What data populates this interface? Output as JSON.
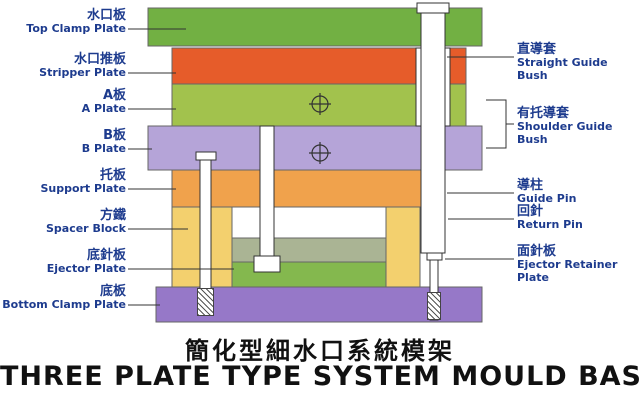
{
  "titles": {
    "zh": "簡化型細水口系統模架",
    "en": "THREE PLATE TYPE SYSTEM MOULD BASE"
  },
  "left_labels": [
    {
      "zh": "水口板",
      "en": "Top Clamp Plate"
    },
    {
      "zh": "水口推板",
      "en": "Stripper Plate"
    },
    {
      "zh": "A板",
      "en": "A Plate"
    },
    {
      "zh": "B板",
      "en": "B Plate"
    },
    {
      "zh": "托板",
      "en": "Support Plate"
    },
    {
      "zh": "方鐵",
      "en": "Spacer Block"
    },
    {
      "zh": "底針板",
      "en": "Ejector Plate"
    },
    {
      "zh": "底板",
      "en": "Bottom Clamp Plate"
    }
  ],
  "right_labels": [
    {
      "zh": "直導套",
      "en": "Straight Guide Bush"
    },
    {
      "zh": "有托導套",
      "en": "Shoulder Guide Bush"
    },
    {
      "zh": "導柱",
      "en": "Guide Pin"
    },
    {
      "zh": "回針",
      "en": "Return Pin"
    },
    {
      "zh": "面針板",
      "en": "Ejector Retainer Plate"
    }
  ],
  "colors": {
    "top_clamp_plate": "#72b043",
    "stripper_plate": "#e65c2a",
    "a_plate": "#a2c24d",
    "b_plate": "#b5a4d8",
    "support_plate": "#f0a24c",
    "spacer_block": "#f3d06e",
    "ejector_retainer_plate": "#aab494",
    "ejector_plate": "#84b84e",
    "bottom_clamp_plate": "#9678c8",
    "label_text": "#1d3b8e",
    "line": "#333333"
  }
}
